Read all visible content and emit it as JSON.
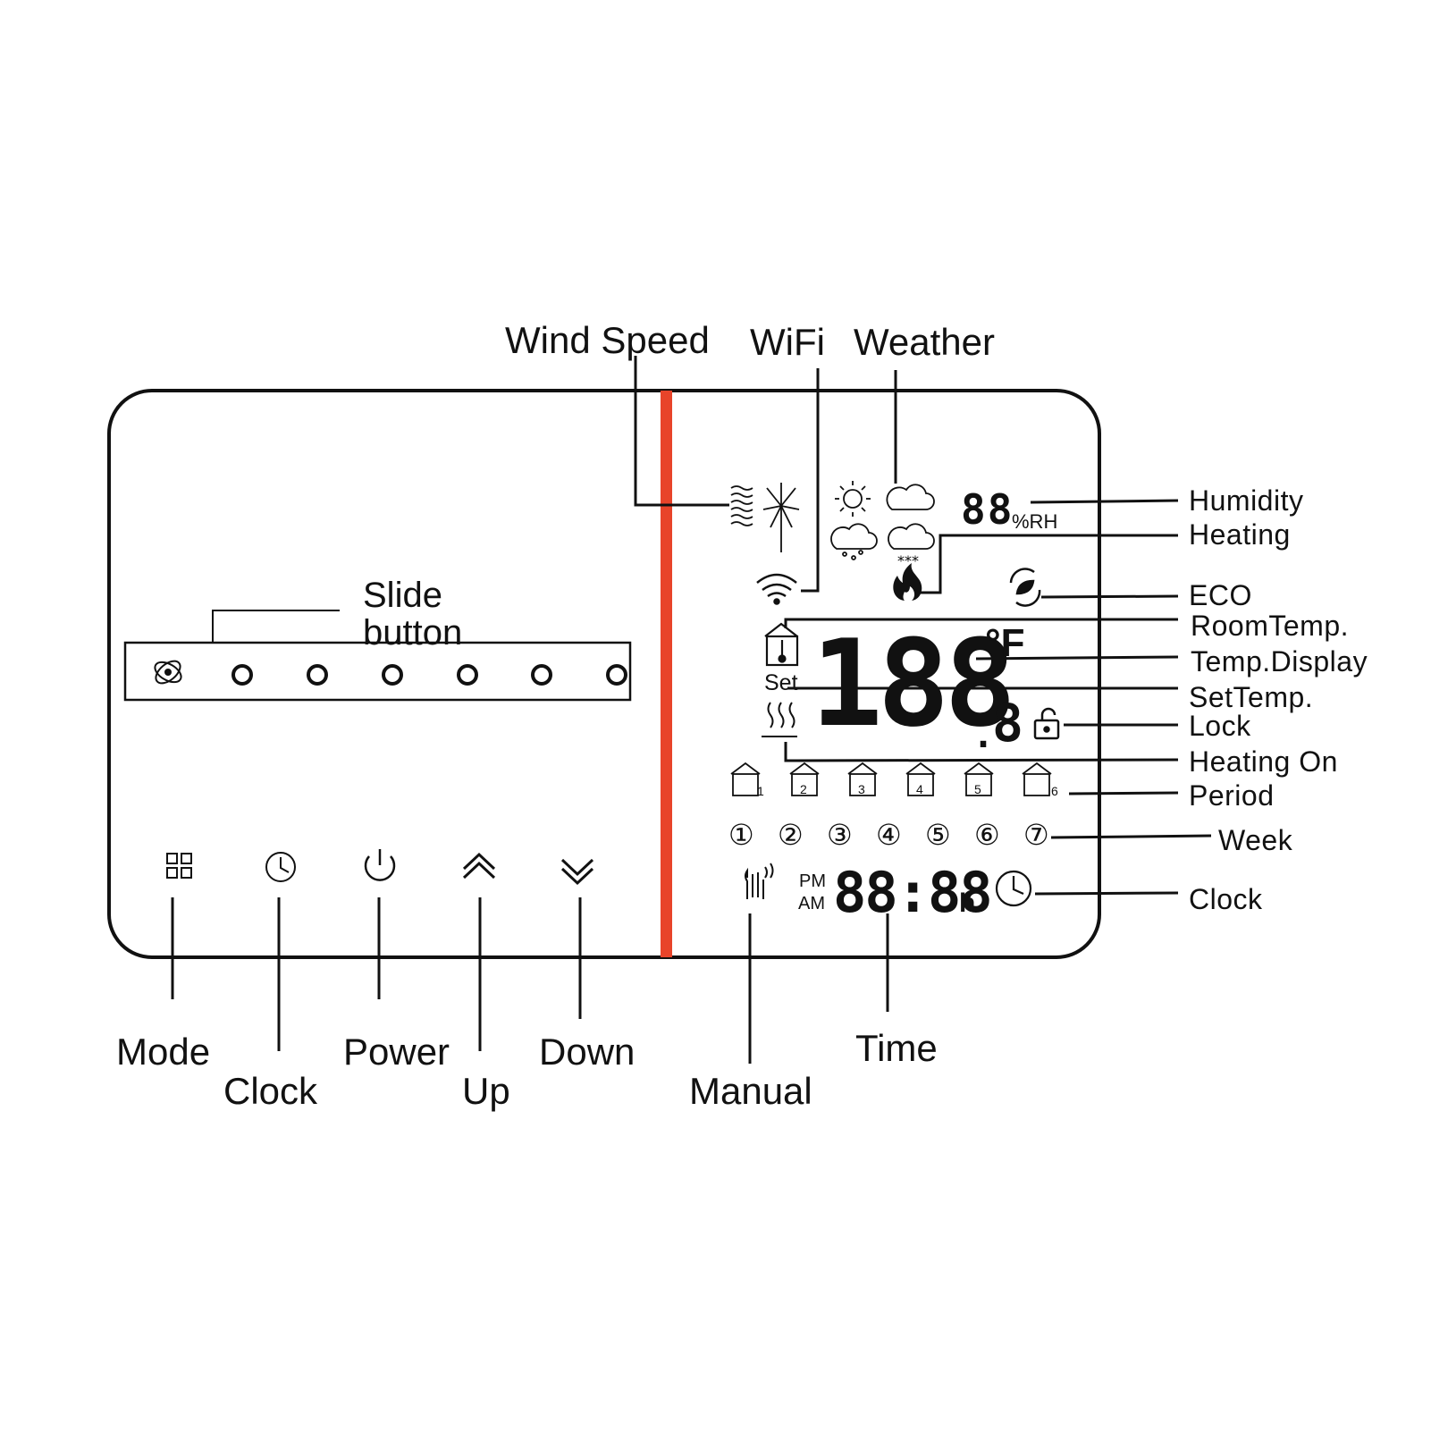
{
  "device": {
    "slide_button_label_line1": "Slide",
    "slide_button_label_line2": "button",
    "display": {
      "humidity_digits": "88",
      "humidity_unit": "%RH",
      "temp_digits": "188",
      "temp_decimal": "8",
      "temp_unit": "°F",
      "set_label": "Set",
      "time_pm": "PM",
      "time_am": "AM",
      "time_digits": "88:88",
      "time_suffix": "h",
      "periods": [
        "1",
        "2",
        "3",
        "4",
        "5",
        "6"
      ],
      "week_days": [
        "①",
        "②",
        "③",
        "④",
        "⑤",
        "⑥",
        "⑦"
      ]
    }
  },
  "callouts": {
    "wind_speed": "Wind Speed",
    "wifi": "WiFi",
    "weather": "Weather",
    "humidity": "Humidity",
    "heating": "Heating",
    "eco": "ECO",
    "room_temp": "RoomTemp.",
    "temp_display": "Temp.Display",
    "set_temp": "SetTemp.",
    "lock": "Lock",
    "heating_on": "Heating On",
    "period": "Period",
    "week": "Week",
    "clock_right": "Clock",
    "mode": "Mode",
    "clock_bottom": "Clock",
    "power": "Power",
    "up": "Up",
    "down": "Down",
    "manual": "Manual",
    "time": "Time"
  },
  "colors": {
    "divider": "#e8442a",
    "line": "#111111"
  },
  "icons": [
    "fan-icon",
    "wifi-icon",
    "sun-icon",
    "cloud-icon",
    "rain-icon",
    "snow-icon",
    "flame-icon",
    "eco-icon",
    "thermometer-house-icon",
    "heating-waves-icon",
    "lock-icon",
    "clock-icon",
    "hand-icon",
    "mode-grid-icon",
    "power-icon",
    "chevron-up-icon",
    "chevron-down-icon"
  ]
}
